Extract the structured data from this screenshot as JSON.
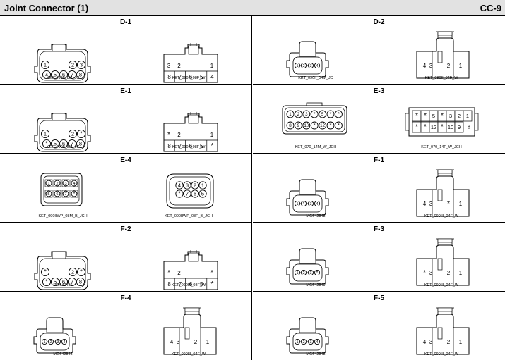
{
  "header": {
    "title": "Joint Connector (1)",
    "code": "CC-9"
  },
  "cells": [
    {
      "title": "D-1",
      "left_type": "A8",
      "right_type": "W8",
      "left": {
        "label": "KET_090II_8M_JC",
        "pins": [
          "1",
          "",
          "2",
          "3",
          "4",
          "5",
          "6",
          "7",
          "8"
        ]
      },
      "right": {
        "label": "KET_090II_08F_W",
        "pins": [
          "3",
          "2",
          "1",
          "8",
          "7",
          "6",
          "5",
          "4"
        ]
      }
    },
    {
      "title": "D-2",
      "left_type": "B4",
      "right_type": "W4",
      "left": {
        "label": "KET_090II_04M_JC",
        "pins": [
          "1",
          "2",
          "3",
          "4"
        ]
      },
      "right": {
        "label": "KET_090II_04F_W",
        "pins": [
          "4",
          "3",
          "2",
          "1"
        ]
      }
    },
    {
      "title": "E-1",
      "left_type": "A8",
      "right_type": "W8",
      "left": {
        "label": "KET_090II_8M_JC",
        "pins": [
          "1",
          "",
          "2",
          "*",
          "*",
          "5",
          "6",
          "7",
          "8"
        ]
      },
      "right": {
        "label": "KET_090II_08F_W",
        "pins": [
          "*",
          "2",
          "1",
          "8",
          "7",
          "6",
          "5",
          "*"
        ]
      }
    },
    {
      "title": "E-3",
      "left_type": "L14",
      "right_type": "R14",
      "left": {
        "label": "KET_070_14M_W_JCH",
        "pins": [
          "1",
          "2",
          "3",
          "*",
          "5",
          "*",
          "*",
          "8",
          "9",
          "10",
          "*",
          "12",
          "*",
          "*"
        ]
      },
      "right": {
        "label": "KET_070_14F_W_JCH",
        "pins": [
          "*",
          "*",
          "5",
          "*",
          "3",
          "2",
          "1",
          "*",
          "*",
          "12",
          "*",
          "10",
          "9",
          "8"
        ]
      }
    },
    {
      "title": "E-4",
      "left_type": "S8",
      "right_type": "P8",
      "left": {
        "label": "KET_090IIWP_08M_B_JCH",
        "pins": [
          "1",
          "2",
          "3",
          "4",
          "5",
          "6",
          "7",
          "*"
        ]
      },
      "right": {
        "label": "KET_090IIWP_08F_B_JCH",
        "pins": [
          "4",
          "3",
          "2",
          "1",
          "*",
          "7",
          "6",
          "5"
        ]
      }
    },
    {
      "title": "F-1",
      "left_type": "B4",
      "right_type": "W4",
      "left": {
        "label": "MG642348",
        "pins": [
          "1",
          "*",
          "3",
          "4"
        ]
      },
      "right": {
        "label": "KET_090III_04F_W",
        "pins": [
          "4",
          "3",
          "*",
          "1"
        ]
      }
    },
    {
      "title": "F-2",
      "left_type": "A8",
      "right_type": "W8",
      "left": {
        "label": "MG642486",
        "pins": [
          "*",
          "",
          "2",
          "*",
          "*",
          "5",
          "6",
          "7",
          "8"
        ]
      },
      "right": {
        "label": "KET_090III_08F_W",
        "pins": [
          "*",
          "2",
          "*",
          "8",
          "7",
          "6",
          "5",
          "*"
        ]
      }
    },
    {
      "title": "F-3",
      "left_type": "B4",
      "right_type": "W4",
      "left": {
        "label": "MG642349",
        "pins": [
          "1",
          "2",
          "3",
          "*"
        ]
      },
      "right": {
        "label": "KET_090III_04F_W",
        "pins": [
          "*",
          "3",
          "2",
          "1"
        ]
      }
    },
    {
      "title": "F-4",
      "left_type": "B4",
      "right_type": "W4",
      "left": {
        "label": "MG642348",
        "pins": [
          "1",
          "2",
          "3",
          "4"
        ]
      },
      "right": {
        "label": "KET_090III_04F_W",
        "pins": [
          "4",
          "3",
          "2",
          "1"
        ]
      }
    },
    {
      "title": "F-5",
      "left_type": "B4",
      "right_type": "W4",
      "left": {
        "label": "MG642348",
        "pins": [
          "1",
          "2",
          "3",
          "4"
        ]
      },
      "right": {
        "label": "KET_090III_04F_W",
        "pins": [
          "4",
          "3",
          "2",
          "1"
        ]
      }
    }
  ]
}
